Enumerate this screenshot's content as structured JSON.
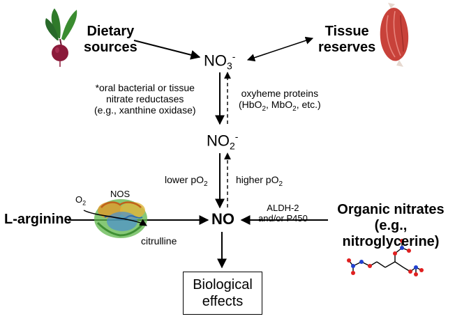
{
  "nodes": {
    "dietary": "Dietary\nsources",
    "tissue": "Tissue\nreserves",
    "no3": "NO",
    "no3_sub": "3",
    "no3_sup": "-",
    "no2": "NO",
    "no2_sub": "2",
    "no2_sup": "-",
    "no": "NO",
    "larginine": "L-arginine",
    "organic": "Organic nitrates\n(e.g., nitroglycerine)",
    "biological": "Biological\neffects"
  },
  "labels": {
    "reductases": "*oral bacterial or tissue\nnitrate reductases\n(e.g., xanthine oxidase)",
    "oxyheme_line1": "oxyheme proteins",
    "oxyheme_line2_a": "(HbO",
    "oxyheme_line2_sub1": "2",
    "oxyheme_line2_b": ", MbO",
    "oxyheme_line2_sub2": "2",
    "oxyheme_line2_c": ", etc.)",
    "lower_a": "lower pO",
    "lower_sub": "2",
    "higher_a": "higher pO",
    "higher_sub": "2",
    "o2_a": "O",
    "o2_sub": "2",
    "nos": "NOS",
    "citrulline": "citrulline",
    "aldh": "ALDH-2\nand/or P450"
  },
  "colors": {
    "arrow": "#000000",
    "beet_root": "#8b1a3a",
    "beet_leaf": "#2f7a2a",
    "muscle": "#c8423a",
    "protein_green": "#5db54a",
    "protein_orange": "#e09a2a",
    "protein_blue": "#4a8fd0",
    "molecule_red": "#e02020",
    "molecule_blue": "#2040d0"
  },
  "icons": [
    "beetroot-icon",
    "muscle-icon",
    "nos-enzyme-icon",
    "nitroglycerine-molecule-icon"
  ]
}
